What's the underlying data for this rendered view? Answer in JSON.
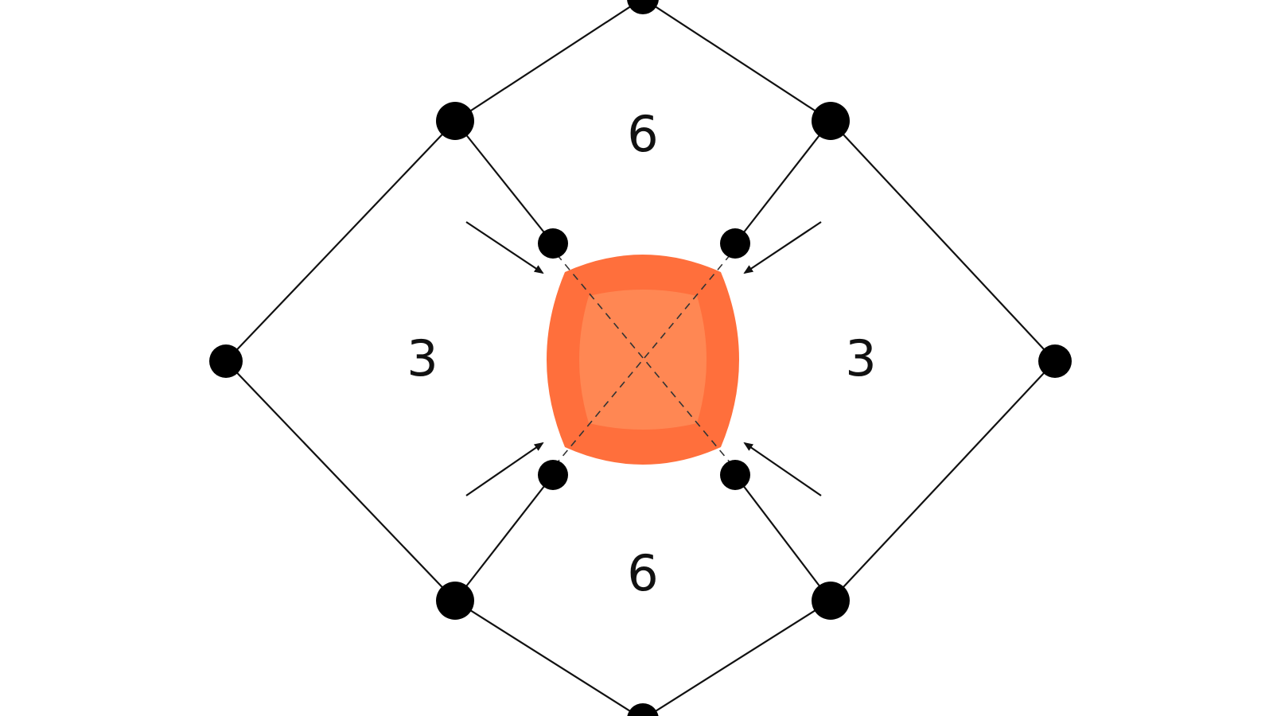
{
  "diagram": {
    "region_labels": {
      "top": "6",
      "bottom": "6",
      "left": "3",
      "right": "3"
    },
    "colors": {
      "gem_outer": "#FF6F3C",
      "gem_inner": "#FF8A55",
      "line": "#111111",
      "node": "#000000",
      "background": "#FFFFFF"
    }
  }
}
